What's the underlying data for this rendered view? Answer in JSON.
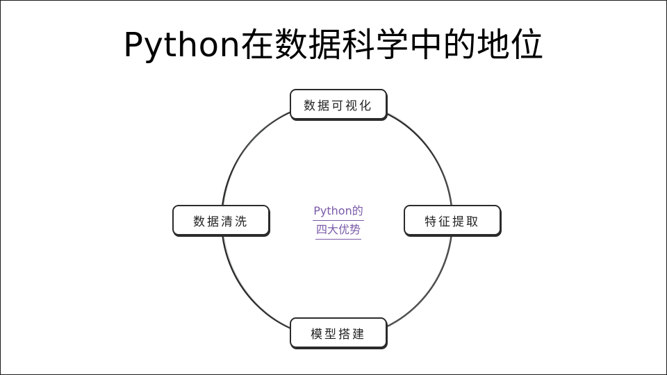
{
  "slide": {
    "title": "Python在数据科学中的地位"
  },
  "diagram": {
    "center": {
      "line1": "Python的",
      "line2": "四大优势",
      "color": "#7a5aa8"
    },
    "nodes": [
      {
        "id": "top",
        "label": "数据可视化"
      },
      {
        "id": "left",
        "label": "数据清洗"
      },
      {
        "id": "right",
        "label": "特征提取"
      },
      {
        "id": "bottom",
        "label": "模型搭建"
      }
    ],
    "stroke_color": "#2b2b2b"
  }
}
